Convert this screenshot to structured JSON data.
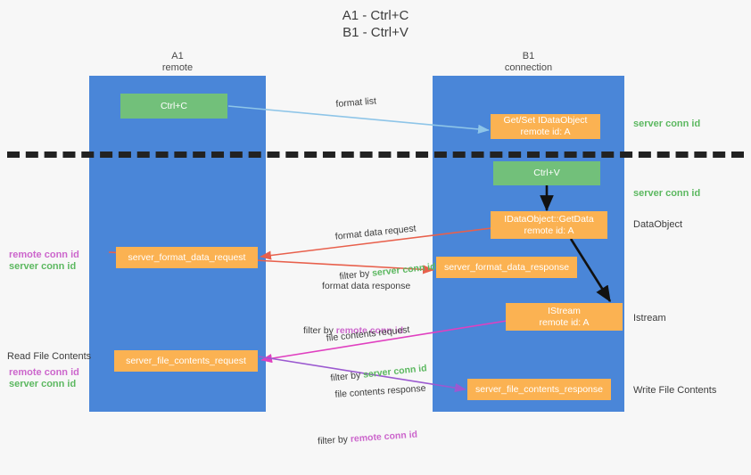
{
  "title": "A1 - Ctrl+C\nB1 - Ctrl+V",
  "lanes": {
    "a": {
      "name": "A1\nremote"
    },
    "b": {
      "name": "B1\nconnection"
    }
  },
  "boxes": {
    "ctrl_c": {
      "line1": "Ctrl+C"
    },
    "idataobject_top": {
      "line1": "Get/Set IDataObject",
      "line2": "remote id: A"
    },
    "ctrl_v": {
      "line1": "Ctrl+V"
    },
    "getdata": {
      "line1": "IDataObject::GetData",
      "line2": "remote id: A"
    },
    "istream": {
      "line1": "IStream",
      "line2": "remote id: A"
    },
    "server_format_data_request": {
      "line1": "server_format_data_request"
    },
    "server_format_data_response": {
      "line1": "server_format_data_response"
    },
    "server_file_contents_request": {
      "line1": "server_file_contents_request"
    },
    "server_file_contents_response": {
      "line1": "server_file_contents_response"
    }
  },
  "edges": {
    "format_list": {
      "label": "format list"
    },
    "format_data_request": {
      "label": "format data request",
      "filter_prefix": "filter by ",
      "filter_value": "server conn id"
    },
    "format_data_response": {
      "label": "format data response",
      "filter_prefix": "filter by ",
      "filter_value": "remote conn id"
    },
    "file_contents_request": {
      "label": "file contents request",
      "filter_prefix": "filter by ",
      "filter_value": "server conn id"
    },
    "file_contents_response": {
      "label": "file contents response",
      "filter_prefix": "filter by ",
      "filter_value": "remote conn id"
    }
  },
  "right_labels": {
    "server_conn_id_1": "server conn id",
    "server_conn_id_2": "server conn id",
    "dataobject": "DataObject",
    "istream": "Istream",
    "write_file_contents": "Write File Contents"
  },
  "left_labels": {
    "remote_conn_id_1": "remote conn id",
    "server_conn_id_1": "server conn id",
    "read_file_contents": "Read File Contents",
    "remote_conn_id_2": "remote conn id",
    "server_conn_id_2": "server conn id"
  },
  "colors": {
    "lane": "#4a86d8",
    "green_box": "#72c07a",
    "orange_box": "#fbb252",
    "green_text": "#5cb860",
    "purple_text": "#cc66cc",
    "arrow_blue": "#8ec5e8",
    "arrow_red": "#e8604c",
    "arrow_magenta": "#e040c0",
    "arrow_purple": "#9b59d0",
    "arrow_black": "#111111"
  }
}
